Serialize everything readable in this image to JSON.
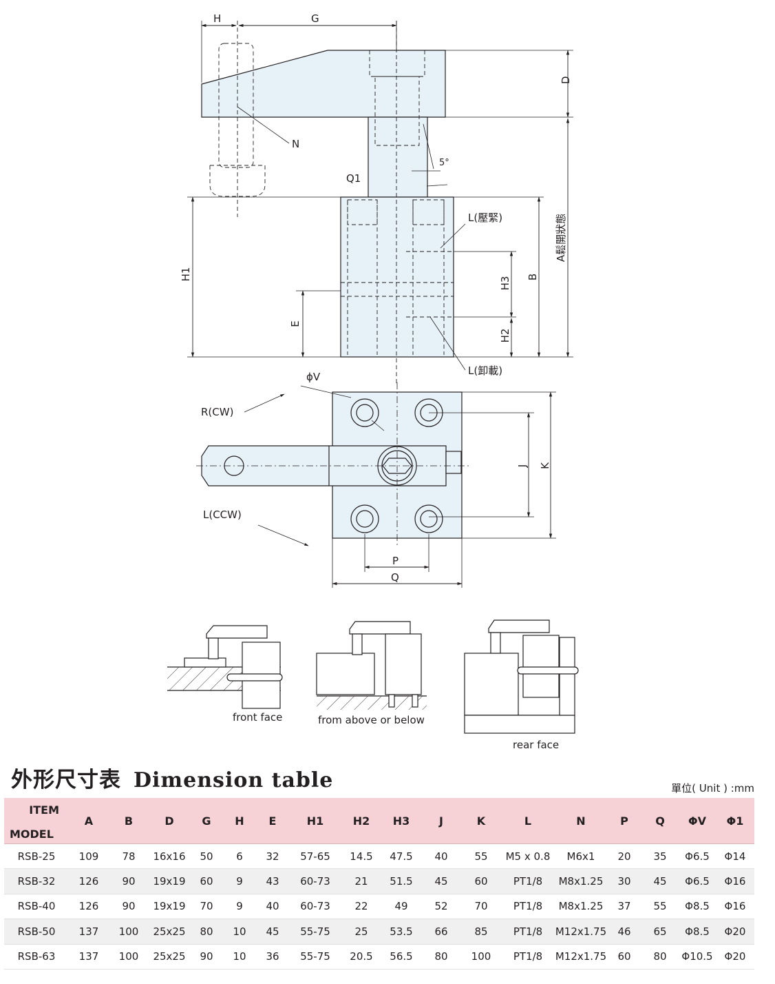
{
  "labels": {
    "H": "H",
    "G": "G",
    "D": "D",
    "N": "N",
    "angle": "5°",
    "Q1": "Q1",
    "L_clamp": "L(壓緊)",
    "L_unclamp": "L(卸載)",
    "A_open": "A鬆開狀態",
    "B": "B",
    "H1": "H1",
    "H2": "H2",
    "H3": "H3",
    "E": "E",
    "phiV": "ϕV",
    "R_cw": "R(CW)",
    "L_ccw": "L(CCW)",
    "J": "J",
    "K": "K",
    "P": "P",
    "Q": "Q"
  },
  "mounting": {
    "front_face": "front face",
    "from_above": "from above or below",
    "rear_face": "rear face"
  },
  "table": {
    "title_cn": "外形尺寸表",
    "title_en": "Dimension table",
    "unit": "單位( Unit ) :mm",
    "header_item": "ITEM",
    "header_model": "MODEL",
    "columns": [
      "A",
      "B",
      "D",
      "G",
      "H",
      "E",
      "H1",
      "H2",
      "H3",
      "J",
      "K",
      "L",
      "N",
      "P",
      "Q",
      "ΦV",
      "Φ1"
    ],
    "rows": [
      [
        "RSB-25",
        "109",
        "78",
        "16x16",
        "50",
        "6",
        "32",
        "57-65",
        "14.5",
        "47.5",
        "40",
        "55",
        "M5 x 0.8",
        "M6x1",
        "20",
        "35",
        "Φ6.5",
        "Φ14"
      ],
      [
        "RSB-32",
        "126",
        "90",
        "19x19",
        "60",
        "9",
        "43",
        "60-73",
        "21",
        "51.5",
        "45",
        "60",
        "PT1/8",
        "M8x1.25",
        "30",
        "45",
        "Φ6.5",
        "Φ16"
      ],
      [
        "RSB-40",
        "126",
        "90",
        "19x19",
        "70",
        "9",
        "40",
        "60-73",
        "22",
        "49",
        "52",
        "70",
        "PT1/8",
        "M8x1.25",
        "37",
        "55",
        "Φ8.5",
        "Φ16"
      ],
      [
        "RSB-50",
        "137",
        "100",
        "25x25",
        "80",
        "10",
        "45",
        "55-75",
        "25",
        "53.5",
        "66",
        "85",
        "PT1/8",
        "M12x1.75",
        "46",
        "65",
        "Φ8.5",
        "Φ20"
      ],
      [
        "RSB-63",
        "137",
        "100",
        "25x25",
        "90",
        "10",
        "36",
        "55-75",
        "20.5",
        "56.5",
        "80",
        "100",
        "PT1/8",
        "M12x1.75",
        "60",
        "80",
        "Φ10.5",
        "Φ20"
      ]
    ]
  }
}
